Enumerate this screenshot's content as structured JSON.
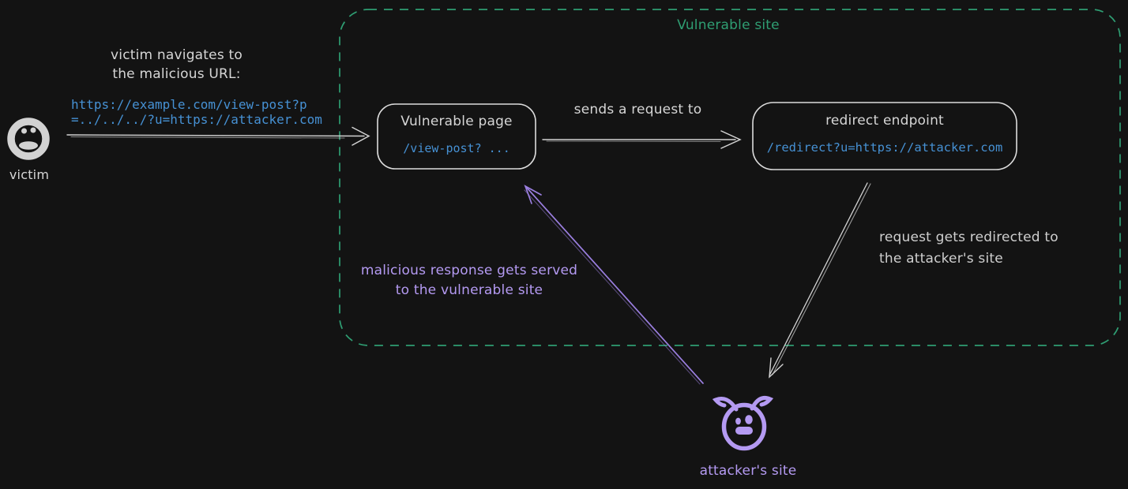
{
  "colors": {
    "background": "#131313",
    "ink": "#d6d6d6",
    "green": "#2f9e73",
    "blue": "#4691d4",
    "purple": "#b49af2"
  },
  "victim": {
    "label": "victim",
    "annotation": "victim navigates to\nthe malicious URL:",
    "malicious_url": "https://example.com/view-post?p\n=../../../?u=https://attacker.com"
  },
  "vulnerable_site": {
    "label": "Vulnerable site",
    "vulnerable_page": {
      "title": "Vulnerable page",
      "path": "/view-post? ..."
    },
    "redirect_endpoint": {
      "title": "redirect endpoint",
      "path": "/redirect?u=https://attacker.com"
    }
  },
  "flows": {
    "sends_request": "sends a request to",
    "redirect_note": "request gets redirected to\nthe attacker's site",
    "response_note": "malicious response gets served\nto the vulnerable site"
  },
  "attacker": {
    "label": "attacker's site"
  }
}
